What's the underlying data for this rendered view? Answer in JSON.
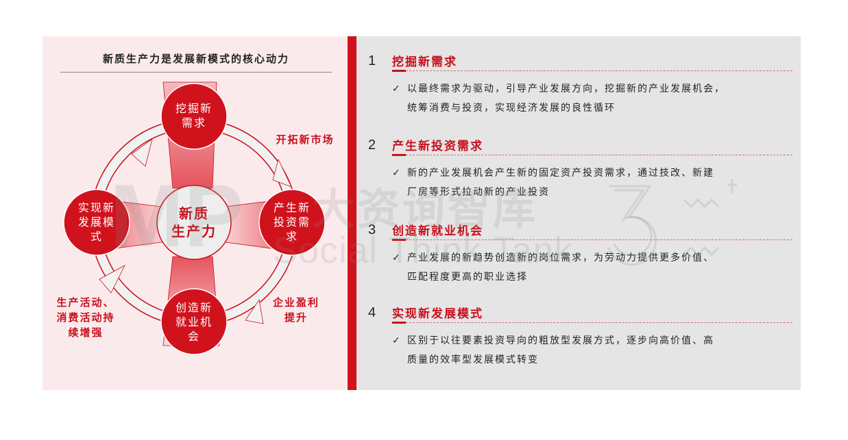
{
  "left": {
    "title": "新质生产力是发展新模式的核心动力",
    "center": {
      "line1": "新质",
      "line2": "生产力"
    },
    "nodes": {
      "top": {
        "lines": [
          "挖掘新",
          "需求"
        ]
      },
      "right": {
        "lines": [
          "产生新",
          "投资需",
          "求"
        ]
      },
      "bottom": {
        "lines": [
          "创造新",
          "就业机",
          "会"
        ]
      },
      "left": {
        "lines": [
          "实现新",
          "发展模",
          "式"
        ]
      }
    },
    "edges": {
      "top_right": {
        "lines": [
          "开拓新市场"
        ]
      },
      "bottom_right": {
        "lines": [
          "企业盈利",
          "提升"
        ]
      },
      "bottom_left": {
        "lines": [
          "生产活动、",
          "消费活动持",
          "续增强"
        ]
      }
    }
  },
  "watermark": {
    "cn": "大资询智库",
    "en": "Social Think Tank",
    "logo": "MP"
  },
  "colors": {
    "accent": "#c8101c",
    "bar": "#d0121d",
    "left_bg": "#fbeaec",
    "right_bg": "#e5e5e5"
  },
  "sections": [
    {
      "num": "1",
      "title": "挖掘新需求",
      "check": "✓",
      "line1": "以最终需求为驱动，引导产业发展方向，挖掘新的产业发展机会，",
      "line2": "统筹消费与投资，实现经济发展的良性循环"
    },
    {
      "num": "2",
      "title": "产生新投资需求",
      "check": "✓",
      "line1": "新的产业发展机会产生新的固定资产投资需求，通过技改、新建",
      "line2": "厂房等形式拉动新的产业投资"
    },
    {
      "num": "3",
      "title": "创造新就业机会",
      "check": "✓",
      "line1": "产业发展的新趋势创造新的岗位需求，为劳动力提供更多价值、",
      "line2": "匹配程度更高的职业选择"
    },
    {
      "num": "4",
      "title": "实现新发展模式",
      "check": "✓",
      "line1": "区别于以往要素投资导向的粗放型发展方式，逐步向高价值、高",
      "line2": "质量的效率型发展模式转变"
    }
  ]
}
